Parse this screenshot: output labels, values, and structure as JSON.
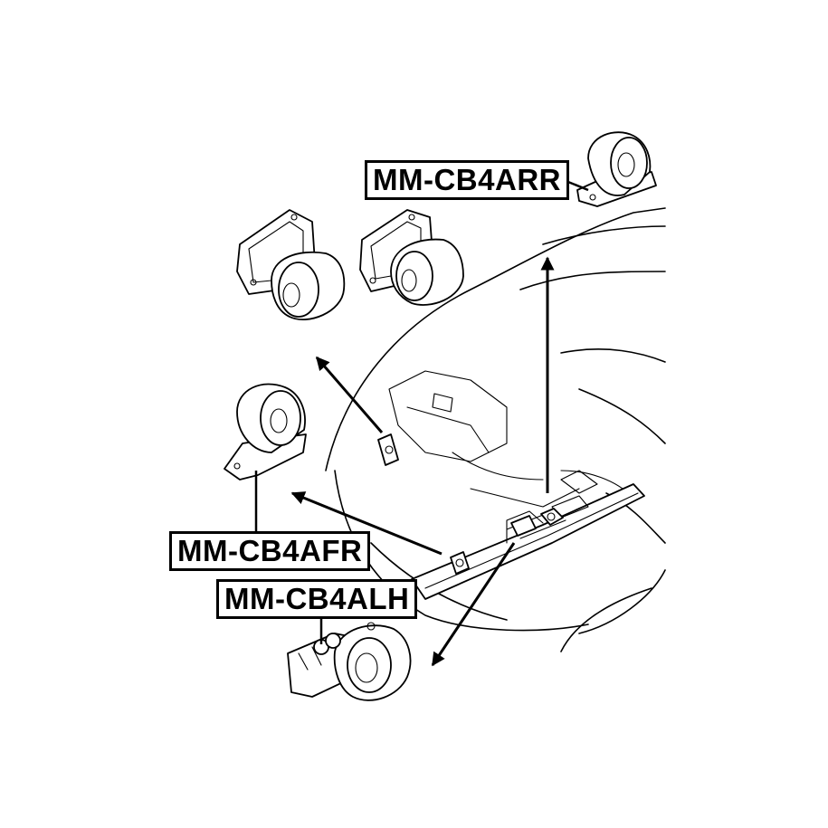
{
  "labels": {
    "rear_mount": "MM-CB4ARR",
    "front_mount": "MM-CB4AFR",
    "left_mount": "MM-CB4ALH"
  }
}
